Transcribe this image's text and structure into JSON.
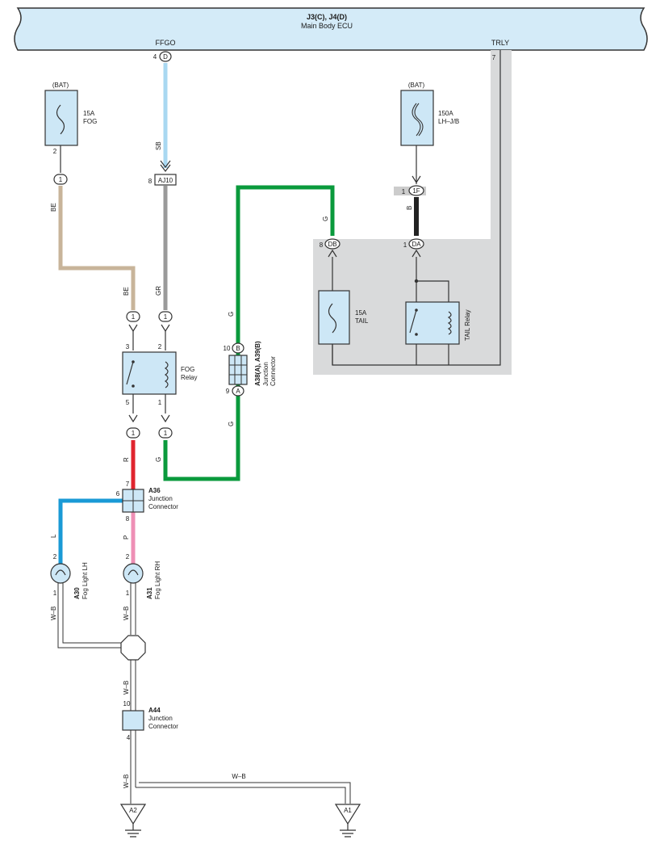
{
  "ecu": {
    "title": "J3(C), J4(D)",
    "subtitle": "Main Body ECU",
    "pin_ffgo": "FFGO",
    "pin_trly": "TRLY",
    "pin4": "4",
    "pin4_conn": "D",
    "pin7": "7"
  },
  "colors": {
    "ecu_fill": "#d4ebf8",
    "sky_blue": "#a9d8f1",
    "tan": "#c8b49a",
    "gray_wire": "#9a9a9a",
    "green": "#0a9a3c",
    "black": "#222222",
    "red": "#e0242e",
    "blue": "#1a9ad6",
    "pink": "#ee8fb5",
    "relay_box": "#d9dadb",
    "component_fill": "#cde7f6"
  },
  "fuse_fog": {
    "bat": "(BAT)",
    "rating": "15A",
    "name": "FOG",
    "pin": "2",
    "conn": "1"
  },
  "fuse_lhjb": {
    "bat": "(BAT)",
    "rating": "150A",
    "name": "LH–J/B",
    "conn_pin": "1",
    "conn": "1F"
  },
  "wires": {
    "sb": "SB",
    "be1": "BE",
    "be2": "BE",
    "gr": "GR",
    "g1": "G",
    "g2": "G",
    "g3": "G",
    "g4": "G",
    "b": "B",
    "r": "R",
    "l": "L",
    "p": "P",
    "wb1": "W–B",
    "wb2": "W–B",
    "wb3": "W–B",
    "wb4": "W–B",
    "wb5": "W–B"
  },
  "aj10": {
    "pin": "8",
    "name": "AJ10"
  },
  "fog_relay": {
    "name": "FOG",
    "name2": "Relay",
    "pin3": "3",
    "pin2": "2",
    "pin5": "5",
    "pin1": "1",
    "conn_top_l": "1",
    "conn_top_r": "1",
    "conn_bot_l": "1",
    "conn_bot_r": "1"
  },
  "junction_a38": {
    "name": "A38(A), A39(B)",
    "desc1": "Junction",
    "desc2": "Connector",
    "pin10": "10",
    "connB": "B",
    "pin9": "9",
    "connA": "A"
  },
  "relay_block": {
    "fuse_rating": "15A",
    "fuse_name": "TAIL",
    "relay_name": "TAIL Relay",
    "pin8": "8",
    "conn_db": "DB",
    "pin1": "1",
    "conn_da": "DA"
  },
  "a36": {
    "name": "A36",
    "desc1": "Junction",
    "desc2": "Connector",
    "pin6": "6",
    "pin7": "7",
    "pin8": "8"
  },
  "a30": {
    "name": "A30",
    "desc": "Fog Light LH",
    "pin2": "2",
    "pin1": "1"
  },
  "a31": {
    "name": "A31",
    "desc": "Fog Light RH",
    "pin2": "2",
    "pin1": "1"
  },
  "a44": {
    "name": "A44",
    "desc1": "Junction",
    "desc2": "Connector",
    "pin10": "10",
    "pin4": "4"
  },
  "grounds": {
    "a2": "A2",
    "a1": "A1"
  }
}
